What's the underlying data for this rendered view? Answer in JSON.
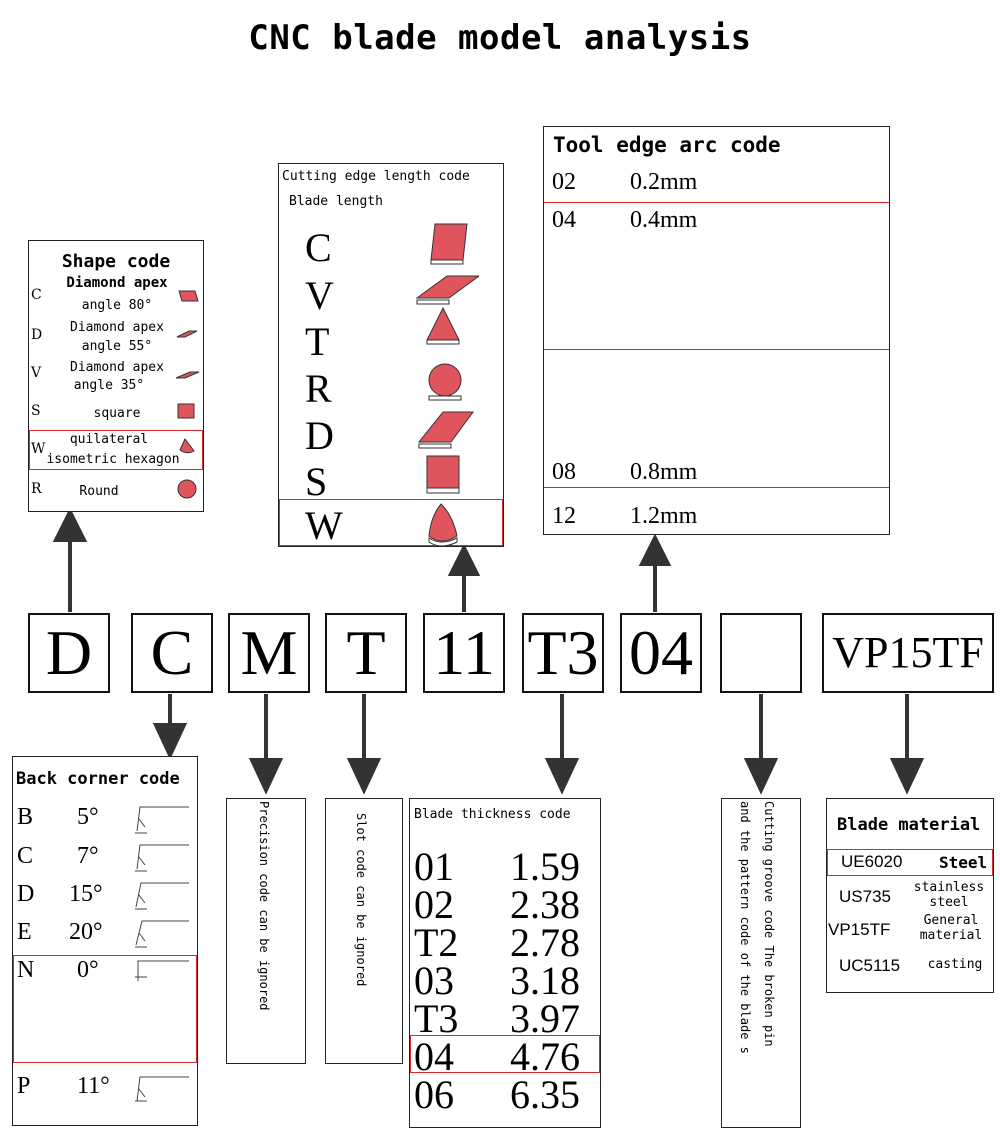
{
  "title": "CNC blade model analysis",
  "codes": [
    "D",
    "C",
    "M",
    "T",
    "11",
    "T3",
    "04",
    "",
    "VP15TF"
  ],
  "shape_code": {
    "heading": "Shape code",
    "rows": [
      {
        "letter": "C",
        "line1": "Diamond apex",
        "line2": "angle 80°"
      },
      {
        "letter": "D",
        "line1": "Diamond apex",
        "line2": "angle 55°"
      },
      {
        "letter": "V",
        "line1": "Diamond apex",
        "line2": "angle 35°"
      },
      {
        "letter": "S",
        "line1": "square",
        "line2": ""
      },
      {
        "letter": "W",
        "line1": "quilateral",
        "line2": "isometric hexagon"
      },
      {
        "letter": "R",
        "line1": "Round",
        "line2": ""
      }
    ],
    "accent": "#e0545e"
  },
  "edge_length": {
    "heading": "Cutting edge length code",
    "sub": "Blade length",
    "letters": [
      "C",
      "V",
      "T",
      "R",
      "D",
      "S",
      "W"
    ]
  },
  "arc_code": {
    "heading": "Tool edge arc code",
    "rows": [
      {
        "code": "02",
        "value": "0.2mm"
      },
      {
        "code": "04",
        "value": "0.4mm"
      },
      {
        "code": "08",
        "value": "0.8mm"
      },
      {
        "code": "12",
        "value": "1.2mm"
      }
    ]
  },
  "back_corner": {
    "heading": "Back corner code",
    "rows": [
      {
        "code": "B",
        "angle": "5°"
      },
      {
        "code": "C",
        "angle": "7°"
      },
      {
        "code": "D",
        "angle": "15°"
      },
      {
        "code": "E",
        "angle": "20°"
      },
      {
        "code": "N",
        "angle": "0°"
      },
      {
        "code": "P",
        "angle": "11°"
      }
    ]
  },
  "precision_note": "Precision code can be ignored",
  "slot_note": "Slot code can be ignored",
  "thickness": {
    "heading": "Blade thickness code",
    "rows": [
      {
        "code": "01",
        "value": "1.59"
      },
      {
        "code": "02",
        "value": "2.38"
      },
      {
        "code": "T2",
        "value": "2.78"
      },
      {
        "code": "03",
        "value": "3.18"
      },
      {
        "code": "T3",
        "value": "3.97"
      },
      {
        "code": "04",
        "value": "4.76"
      },
      {
        "code": "06",
        "value": "6.35"
      }
    ]
  },
  "groove_note": {
    "line1": "Cutting groove code The broken pin",
    "line2": "and the pattern code of the blade s"
  },
  "material": {
    "heading": "Blade material",
    "rows": [
      {
        "name": "UE6020",
        "desc": "Steel"
      },
      {
        "name": "US735",
        "desc": "stainless steel"
      },
      {
        "name": "VP15TF",
        "desc": "General material"
      },
      {
        "name": "UC5115",
        "desc": "casting"
      }
    ]
  },
  "colors": {
    "highlight": "#d62b2b",
    "shape_fill": "#e0545e"
  }
}
